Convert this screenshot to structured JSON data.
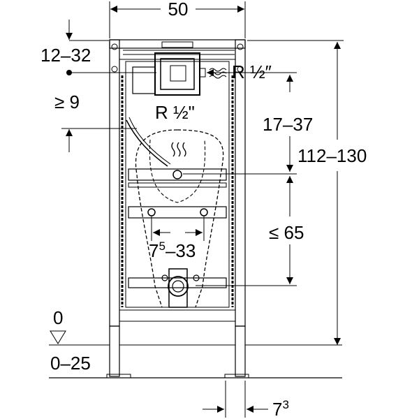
{
  "dimensions": {
    "width_top": "50",
    "top_offset": "12–32",
    "min_distance": "≥ 9",
    "supply_right": "R ½″",
    "supply_center": "R ½\"",
    "supply_height": "17–37",
    "total_height": "112–130",
    "outlet_height": "≤ 65",
    "bracket_spacing_base": "7",
    "bracket_spacing_sup": "5",
    "bracket_spacing_rest": "–33",
    "floor_zero": "0",
    "floor_range": "0–25",
    "bottom_base": "7",
    "bottom_sup": "3"
  }
}
